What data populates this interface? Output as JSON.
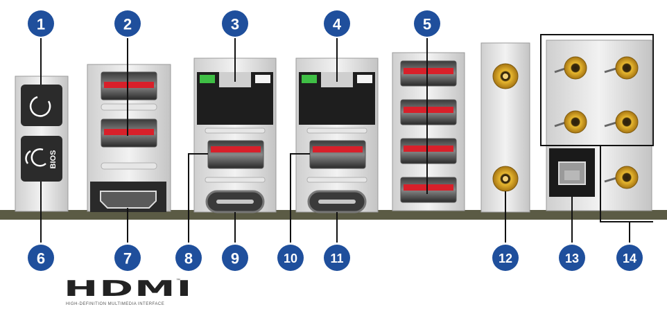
{
  "colors": {
    "callout": "#1f4f9c",
    "usb_red": "#d8202a",
    "gold": "#c79a1f",
    "board": "#5b5b45",
    "led_green": "#3fbf45"
  },
  "panel": {
    "bios_label": "BIOS"
  },
  "callouts": [
    {
      "number": "1"
    },
    {
      "number": "2"
    },
    {
      "number": "3"
    },
    {
      "number": "4"
    },
    {
      "number": "5"
    },
    {
      "number": "6"
    },
    {
      "number": "7"
    },
    {
      "number": "8"
    },
    {
      "number": "9"
    },
    {
      "number": "10"
    },
    {
      "number": "11"
    },
    {
      "number": "12"
    },
    {
      "number": "13"
    },
    {
      "number": "14"
    }
  ],
  "logo": {
    "wordmark": "HDMI",
    "trademark": "™",
    "tagline": "HIGH-DEFINITION MULTIMEDIA INTERFACE"
  }
}
